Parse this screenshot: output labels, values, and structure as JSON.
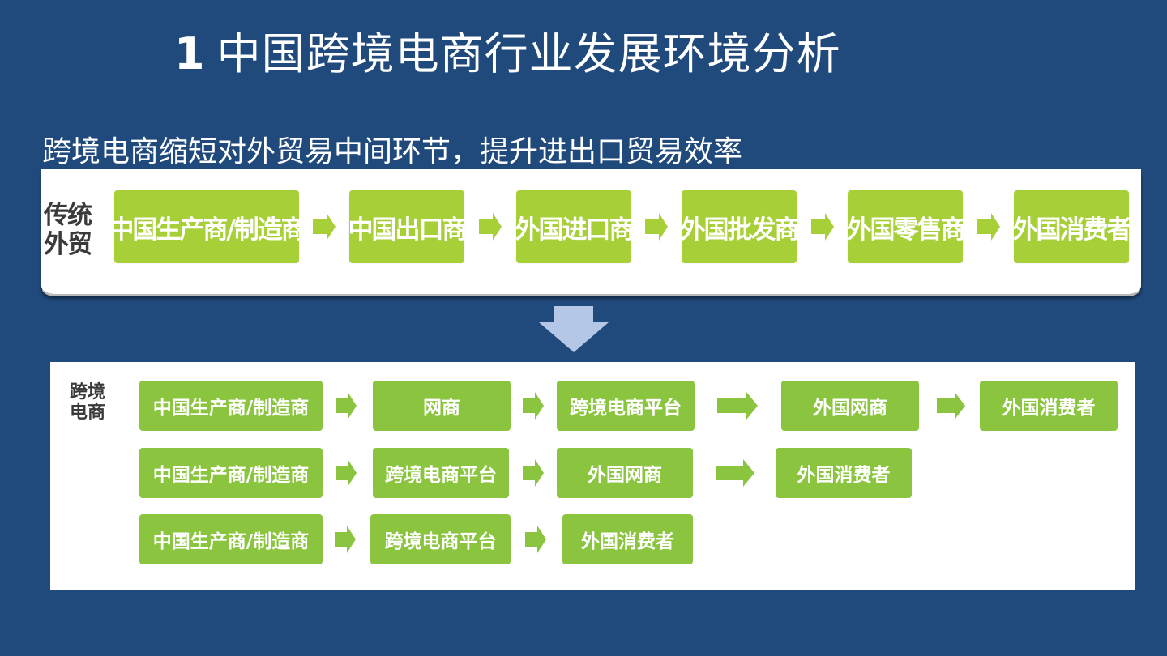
{
  "title": {
    "number": "1",
    "text": "中国跨境电商行业发展环境分析"
  },
  "subtitle": "跨境电商缩短对外贸易中间环节，提升进出口贸易效率",
  "colors": {
    "background": "#204a7c",
    "traditional_box": "#a7cf38",
    "crossborder_box": "#8bc540",
    "down_arrow": "#b4c7e7",
    "label_text": "#3a3a3a"
  },
  "traditional": {
    "label_line1": "传统",
    "label_line2": "外贸",
    "steps": [
      "中国生产商/制造商",
      "中国出口商",
      "外国进口商",
      "外国批发商",
      "外国零售商",
      "外国消费者"
    ]
  },
  "transition_icon": "down-arrow-icon",
  "crossborder": {
    "label_line1": "跨境",
    "label_line2": "电商",
    "rows": [
      {
        "steps": [
          "中国生产商/制造商",
          "网商",
          "跨境电商平台",
          "外国网商",
          "外国消费者"
        ]
      },
      {
        "steps": [
          "中国生产商/制造商",
          "跨境电商平台",
          "外国网商",
          "外国消费者"
        ]
      },
      {
        "steps": [
          "中国生产商/制造商",
          "跨境电商平台",
          "外国消费者"
        ]
      }
    ]
  }
}
